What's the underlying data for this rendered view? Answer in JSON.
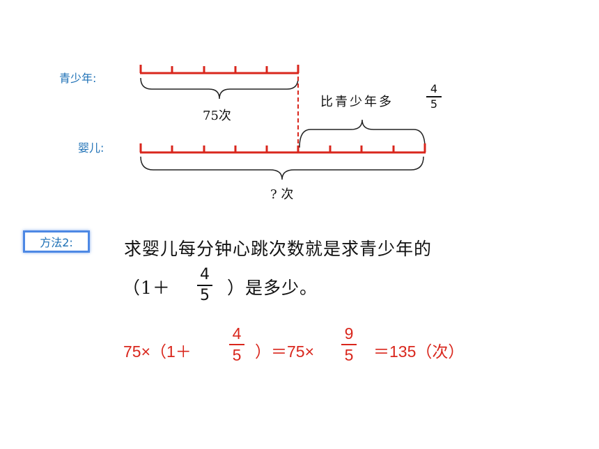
{
  "diagram": {
    "teen_label": "青少年:",
    "baby_label": "婴儿:",
    "teen_brace_label": "75次",
    "more_label": "比青少年多",
    "more_frac": {
      "num": "4",
      "den": "5"
    },
    "total_label": "? 次",
    "colors": {
      "line": "#d9261c",
      "brace": "#222222"
    }
  },
  "method": {
    "badge": "方法2:",
    "line1": "求婴儿每分钟心跳次数就是求青少年的",
    "line2_open": "（1＋",
    "frac": {
      "num": "4",
      "den": "5"
    },
    "line2_close": "）是多少。"
  },
  "equation": {
    "part1": "75×（1＋",
    "frac1": {
      "num": "4",
      "den": "5"
    },
    "part2": "）＝75×",
    "frac2": {
      "num": "9",
      "den": "5"
    },
    "part3": "＝135（次）",
    "color": "#d9261c"
  }
}
